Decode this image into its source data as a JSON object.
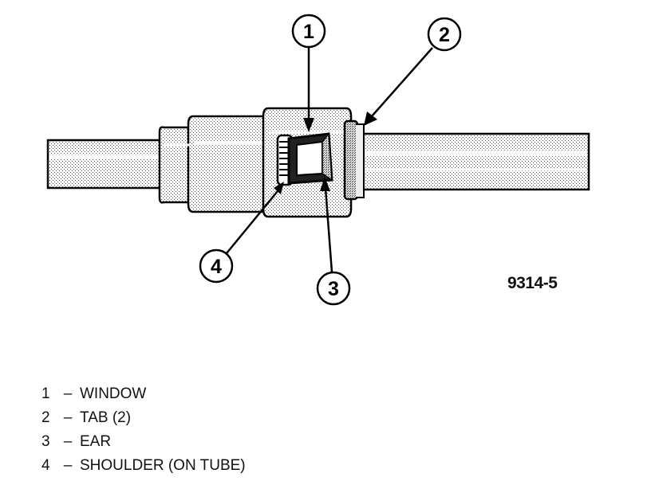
{
  "diagram": {
    "figure_code": "9314-5",
    "callouts": [
      {
        "number": "1"
      },
      {
        "number": "2"
      },
      {
        "number": "3"
      },
      {
        "number": "4"
      }
    ]
  },
  "legend": [
    {
      "number": "1",
      "separator": "–",
      "label": "WINDOW"
    },
    {
      "number": "2",
      "separator": "–",
      "label": "TAB (2)"
    },
    {
      "number": "3",
      "separator": "–",
      "label": "EAR"
    },
    {
      "number": "4",
      "separator": "–",
      "label": "SHOULDER (ON TUBE)"
    }
  ]
}
